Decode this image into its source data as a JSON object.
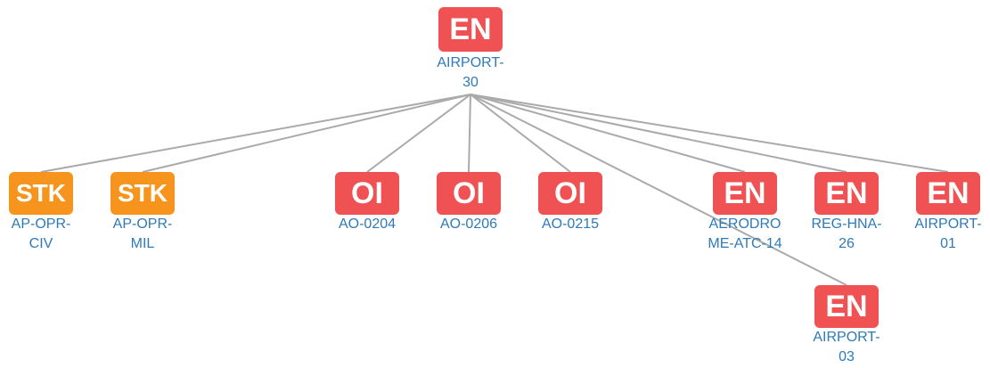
{
  "colors": {
    "en_badge": "#f05152",
    "oi_badge": "#f05152",
    "stk_badge": "#f7941d",
    "label_text": "#2e7ab8",
    "edge": "#aaaaaa"
  },
  "diagram": {
    "root": {
      "badge": "EN",
      "label_line1": "AIRPORT-",
      "label_line2": "30"
    },
    "children": [
      {
        "id": "ap-opr-civ",
        "badge": "STK",
        "label_line1": "AP-OPR-",
        "label_line2": "CIV"
      },
      {
        "id": "ap-opr-mil",
        "badge": "STK",
        "label_line1": "AP-OPR-",
        "label_line2": "MIL"
      },
      {
        "id": "ao-0204",
        "badge": "OI",
        "label_line1": "AO-0204",
        "label_line2": ""
      },
      {
        "id": "ao-0206",
        "badge": "OI",
        "label_line1": "AO-0206",
        "label_line2": ""
      },
      {
        "id": "ao-0215",
        "badge": "OI",
        "label_line1": "AO-0215",
        "label_line2": ""
      },
      {
        "id": "aerodrome-atc-14",
        "badge": "EN",
        "label_line1": "AERODRO",
        "label_line2": "ME-ATC-14"
      },
      {
        "id": "reg-hna-26",
        "badge": "EN",
        "label_line1": "REG-HNA-",
        "label_line2": "26"
      },
      {
        "id": "airport-01",
        "badge": "EN",
        "label_line1": "AIRPORT-",
        "label_line2": "01"
      },
      {
        "id": "airport-03",
        "badge": "EN",
        "label_line1": "AIRPORT-",
        "label_line2": "03"
      }
    ]
  }
}
